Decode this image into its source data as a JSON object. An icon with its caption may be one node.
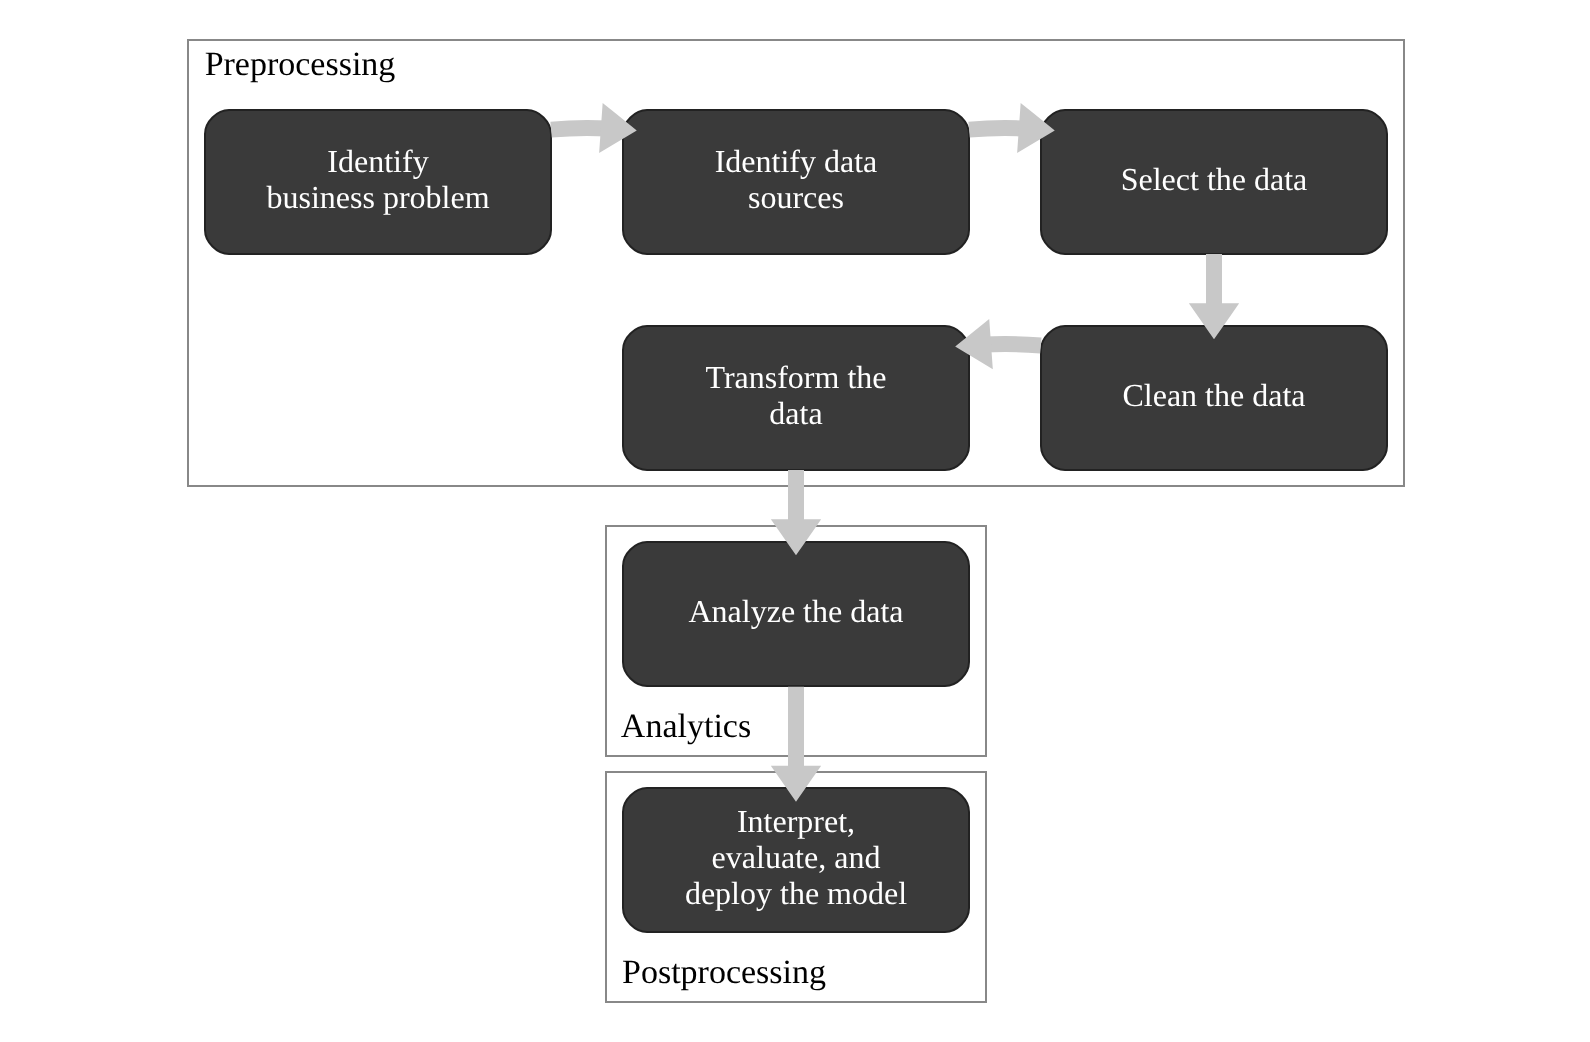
{
  "diagram": {
    "nodes": [
      {
        "text": [
          "Preprocessing"
        ]
      },
      {
        "text": [
          "Identify business problem"
        ],
        "in": 0
      },
      {
        "text": [
          "Identify data sources"
        ],
        "in": 0
      },
      {
        "text": [
          "Select the data"
        ],
        "in": 0
      },
      {
        "text": [
          "Clean the data"
        ],
        "in": 0
      },
      {
        "text": [
          "Transform the data"
        ],
        "in": 0
      },
      {
        "text": [
          "Analytics"
        ]
      },
      {
        "text": [
          "Analyze the data"
        ],
        "in": 6
      },
      {
        "text": [
          "Postprocessing"
        ]
      },
      {
        "text": [
          "Interpret, evaluate, and deploy the model"
        ],
        "in": 8
      }
    ],
    "edges": [
      {
        "from": 1,
        "to": 2,
        "arrow": "to"
      },
      {
        "from": 2,
        "to": 3,
        "arrow": "to"
      },
      {
        "from": 3,
        "to": 4,
        "arrow": "to"
      },
      {
        "from": 4,
        "to": 5,
        "arrow": "to"
      },
      {
        "from": 5,
        "to": 7,
        "arrow": "to"
      },
      {
        "from": 7,
        "to": 9,
        "arrow": "to"
      }
    ]
  }
}
